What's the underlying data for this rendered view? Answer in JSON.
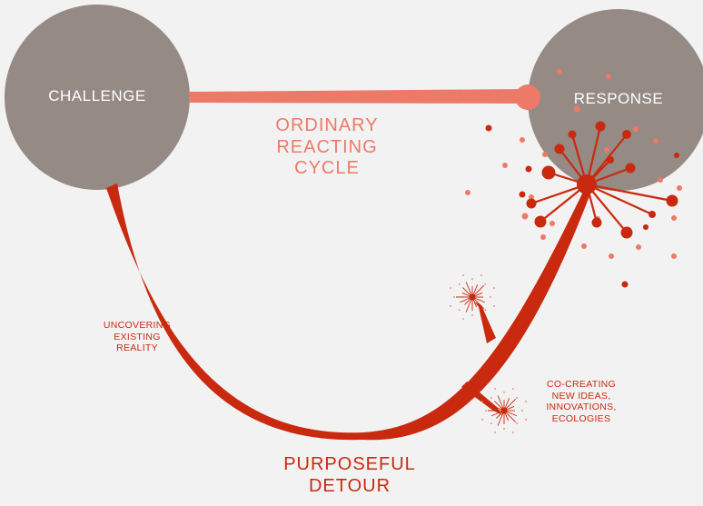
{
  "nodes": {
    "challenge": {
      "label": "CHALLENGE"
    },
    "response": {
      "label": "RESPONSE"
    }
  },
  "labels": {
    "ordinary_cycle": [
      "ORDINARY",
      "REACTING",
      "CYCLE"
    ],
    "uncovering": [
      "UNCOVERING",
      "EXISTING",
      "REALITY"
    ],
    "co_creating": [
      "CO-CREATING",
      "NEW IDEAS,",
      "INNOVATIONS,",
      "ECOLOGIES"
    ],
    "purposeful_detour": [
      "PURPOSEFUL",
      "DETOUR"
    ]
  },
  "colors": {
    "background": "#f2f2f2",
    "circle": "#968a84",
    "salmon": "#ed7a68",
    "red": "#c9290e",
    "white": "#ffffff"
  }
}
